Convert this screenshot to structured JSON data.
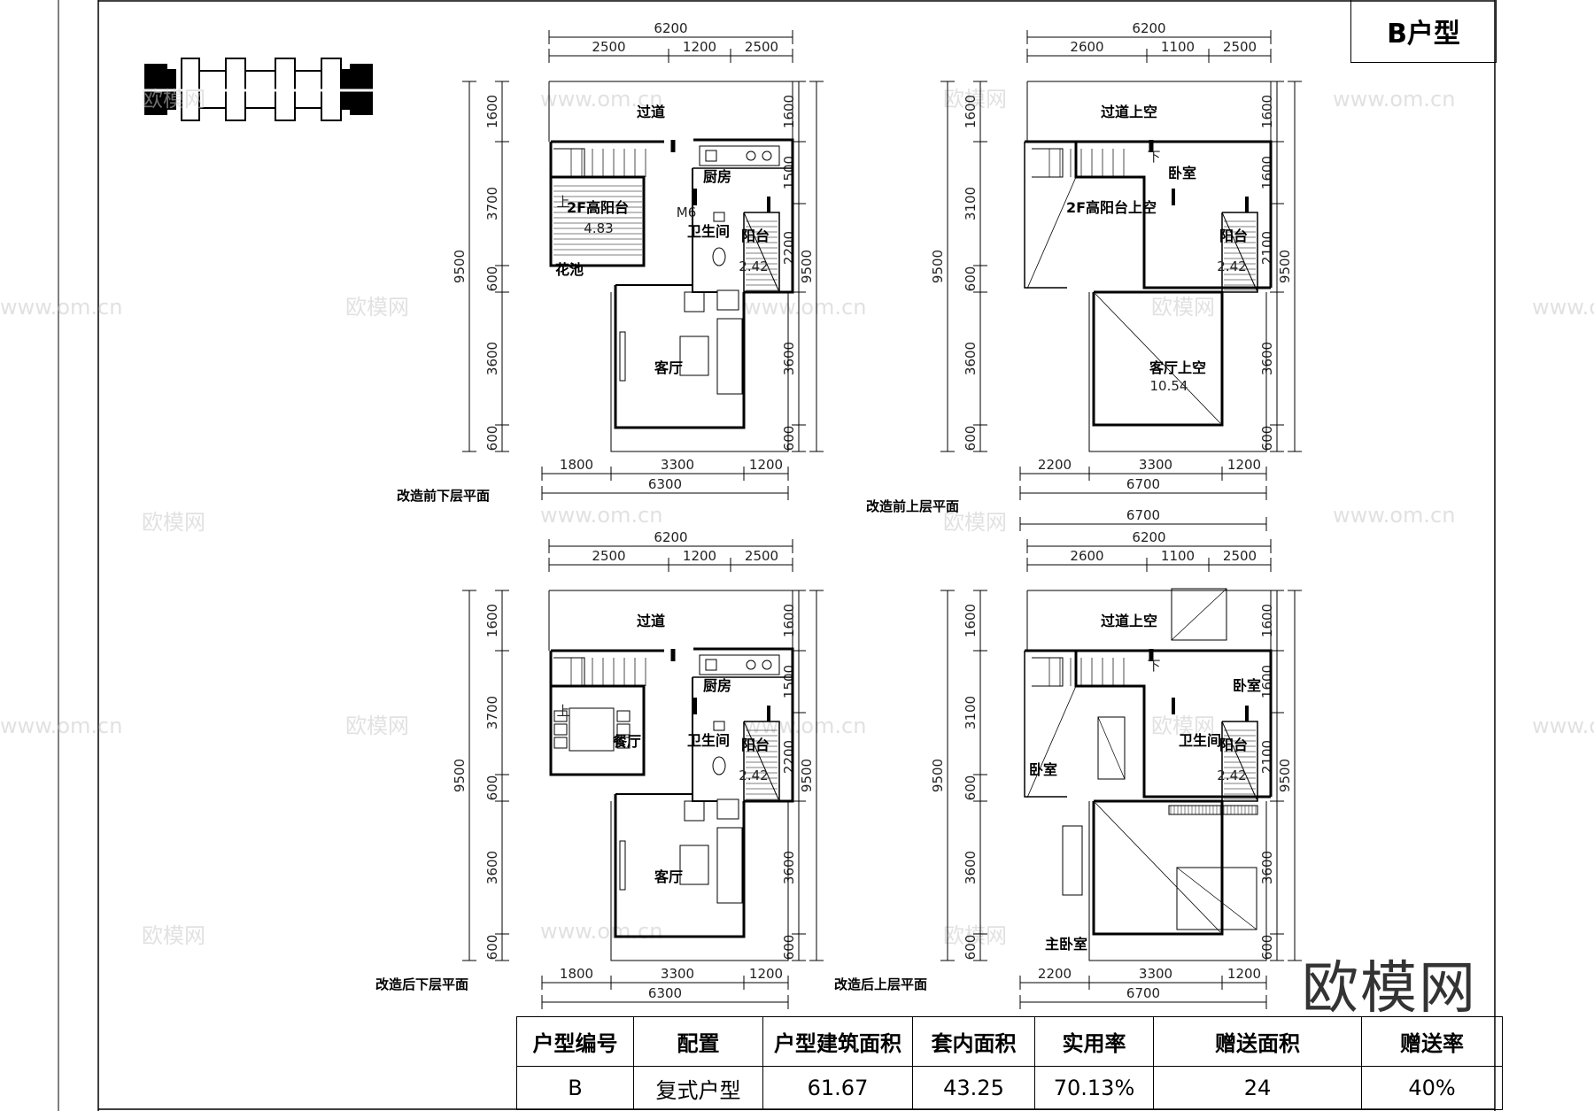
{
  "type_label": "B户型",
  "plans": [
    {
      "id": "before-lower",
      "caption": "改造前下层平面",
      "top_total": "6200",
      "top_segs": [
        "2500",
        "1200",
        "2500"
      ],
      "bottom_segs": [
        "1800",
        "3300",
        "1200"
      ],
      "bottom_total": "6300",
      "left_dims": [
        "1600",
        "3700",
        "600",
        "3600",
        "600"
      ],
      "left_total": "9500",
      "right_dims": [
        "1600",
        "1500",
        "2200",
        "3600",
        "600"
      ],
      "right_total": "9500",
      "rooms": [
        {
          "label": "过道",
          "name": "corridor"
        },
        {
          "label": "厨房",
          "name": "kitchen"
        },
        {
          "label": "2F高阳台",
          "name": "high-balcony"
        },
        {
          "label": "4.83",
          "name": "high-balcony-area"
        },
        {
          "label": "卫生间",
          "name": "bathroom"
        },
        {
          "label": "阳台",
          "name": "balcony"
        },
        {
          "label": "2.42",
          "name": "balcony-area"
        },
        {
          "label": "花池",
          "name": "flower-bed"
        },
        {
          "label": "客厅",
          "name": "living-room"
        },
        {
          "label": "上",
          "name": "stair-up"
        },
        {
          "label": "M6",
          "name": "door-tag"
        }
      ]
    },
    {
      "id": "before-upper",
      "caption": "改造前上层平面",
      "top_total": "6200",
      "top_segs": [
        "2600",
        "1100",
        "2500"
      ],
      "bottom_segs": [
        "2200",
        "3300",
        "1200"
      ],
      "bottom_total": "6700",
      "extra_total": "6700",
      "left_dims": [
        "1600",
        "3100",
        "600",
        "3600",
        "600"
      ],
      "left_total": "9500",
      "right_dims": [
        "1600",
        "1600",
        "2100",
        "3600",
        "600"
      ],
      "right_total": "9500",
      "rooms": [
        {
          "label": "过道上空",
          "name": "corridor-void"
        },
        {
          "label": "下",
          "name": "stair-down"
        },
        {
          "label": "卧室",
          "name": "bedroom"
        },
        {
          "label": "2F高阳台上空",
          "name": "high-balcony-void"
        },
        {
          "label": "阳台",
          "name": "balcony"
        },
        {
          "label": "2.42",
          "name": "balcony-area"
        },
        {
          "label": "客厅上空",
          "name": "living-void"
        },
        {
          "label": "10.54",
          "name": "living-void-area"
        }
      ]
    },
    {
      "id": "after-lower",
      "caption": "改造后下层平面",
      "top_total": "6200",
      "top_segs": [
        "2500",
        "1200",
        "2500"
      ],
      "bottom_segs": [
        "1800",
        "3300",
        "1200"
      ],
      "bottom_total": "6300",
      "left_dims": [
        "1600",
        "3700",
        "600",
        "3600",
        "600"
      ],
      "left_total": "9500",
      "right_dims": [
        "1600",
        "1500",
        "2200",
        "3600",
        "600"
      ],
      "right_total": "9500",
      "rooms": [
        {
          "label": "过道",
          "name": "corridor"
        },
        {
          "label": "厨房",
          "name": "kitchen"
        },
        {
          "label": "餐厅",
          "name": "dining-room"
        },
        {
          "label": "卫生间",
          "name": "bathroom"
        },
        {
          "label": "阳台",
          "name": "balcony"
        },
        {
          "label": "2.42",
          "name": "balcony-area"
        },
        {
          "label": "客厅",
          "name": "living-room"
        },
        {
          "label": "上",
          "name": "stair-up"
        }
      ]
    },
    {
      "id": "after-upper",
      "caption": "改造后上层平面",
      "top_total": "6200",
      "top_segs": [
        "2600",
        "1100",
        "2500"
      ],
      "bottom_segs": [
        "2200",
        "3300",
        "1200"
      ],
      "bottom_total": "6700",
      "left_dims": [
        "1600",
        "3100",
        "600",
        "3600",
        "600"
      ],
      "left_total": "9500",
      "right_dims": [
        "1600",
        "1600",
        "2100",
        "3600",
        "600"
      ],
      "right_total": "9500",
      "rooms": [
        {
          "label": "过道上空",
          "name": "corridor-void"
        },
        {
          "label": "下",
          "name": "stair-down"
        },
        {
          "label": "卧室",
          "name": "bedroom-east"
        },
        {
          "label": "卫生间",
          "name": "bathroom"
        },
        {
          "label": "阳台",
          "name": "balcony"
        },
        {
          "label": "2.42",
          "name": "balcony-area"
        },
        {
          "label": "卧室",
          "name": "bedroom-west"
        },
        {
          "label": "主卧室",
          "name": "master-bedroom"
        }
      ]
    }
  ],
  "table": {
    "headers": [
      "户型编号",
      "配置",
      "户型建筑面积",
      "套内面积",
      "实用率",
      "赠送面积",
      "赠送率"
    ],
    "values": [
      "B",
      "复式户型",
      "61.67",
      "43.25",
      "70.13%",
      "24",
      "40%"
    ]
  },
  "watermarks": [
    "欧模网",
    "www.om.cn"
  ],
  "logo_text": "欧模网"
}
